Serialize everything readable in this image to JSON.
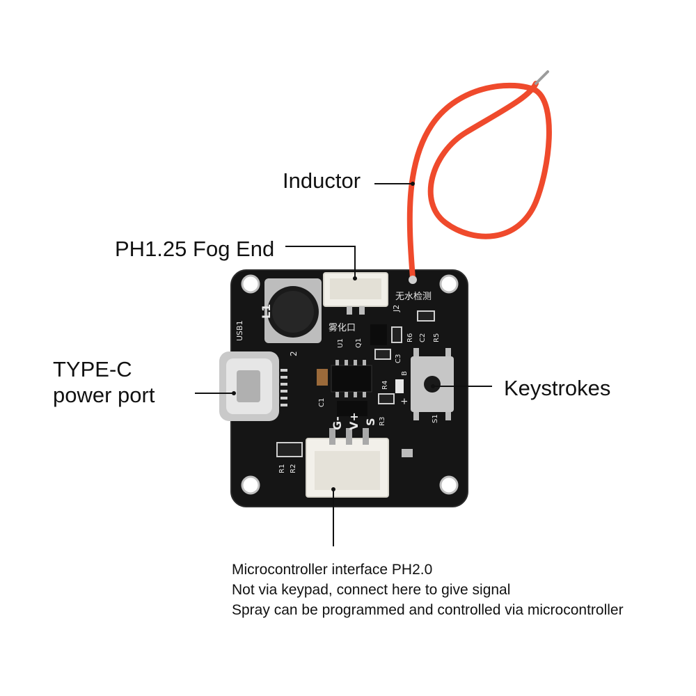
{
  "callouts": {
    "inductor": "Inductor",
    "fog_end": "PH1.25 Fog End",
    "typec_line1": "TYPE-C",
    "typec_line2": "power port",
    "keystrokes": "Keystrokes",
    "mcu_line1": "Microcontroller interface PH2.0",
    "mcu_line2": "Not via keypad, connect here to give signal",
    "mcu_line3": "Spray can be programmed and controlled via microcontroller"
  },
  "board_silkscreen": {
    "l1": "L1",
    "usb1": "USB1",
    "j2": "J2",
    "no_water": "无水检测",
    "atomizer": "雾化口",
    "u1": "U1",
    "q1": "Q1",
    "r6": "R6",
    "c2": "C2",
    "r5": "R5",
    "c3": "C3",
    "c1": "C1",
    "r4": "R4",
    "r3": "R3",
    "b": "B",
    "plus": "+",
    "s1": "S1",
    "g_minus": "G-",
    "v_plus": "V+",
    "s": "S",
    "r1": "R1",
    "r2": "R2",
    "two": "2"
  },
  "colors": {
    "pcb": "#141414",
    "wire": "#ef4a2c",
    "connector": "#f2f0ea",
    "callout_line": "#111111"
  }
}
